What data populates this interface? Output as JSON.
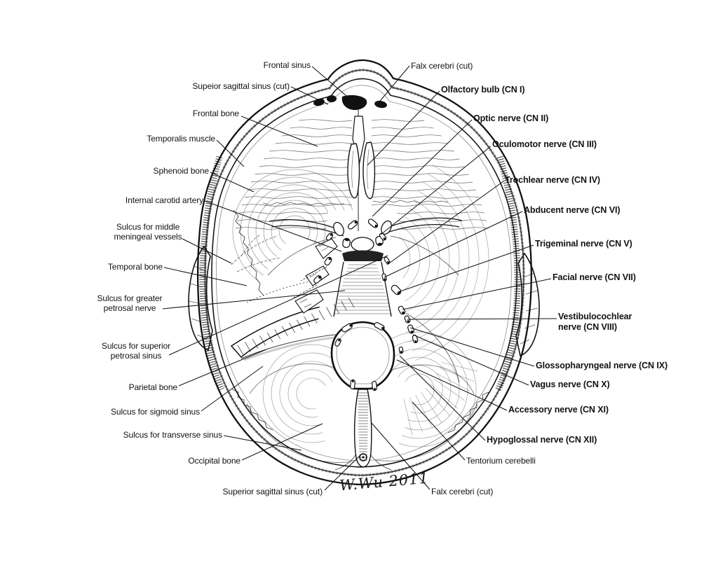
{
  "colors": {
    "ink": "#121212",
    "background": "#ffffff"
  },
  "signature": "W.Wu 2011",
  "labels": {
    "frontal_sinus": "Frontal sinus",
    "superior_sagittal_sinus_top": "Supeior sagittal sinus (cut)",
    "frontal_bone": "Frontal bone",
    "temporalis_muscle": "Temporalis muscle",
    "sphenoid_bone": "Sphenoid bone",
    "internal_carotid_artery": "Internal carotid artery",
    "sulcus_middle_meningeal": "Sulcus for middle\nmeningeal vessels",
    "temporal_bone": "Temporal bone",
    "sulcus_greater_petrosal": "Sulcus for greater\npetrosal nerve",
    "sulcus_superior_petrosal": "Sulcus for superior\npetrosal sinus",
    "parietal_bone": "Parietal bone",
    "sulcus_sigmoid_sinus": "Sulcus for sigmoid sinus",
    "sulcus_transverse_sinus": "Sulcus for transverse sinus",
    "occipital_bone": "Occipital bone",
    "superior_sagittal_sinus_bottom": "Superior sagittal sinus (cut)",
    "falx_cerebri_top": "Falx cerebri (cut)",
    "olfactory_bulb": "Olfactory bulb (CN I)",
    "optic_nerve": "Optic nerve (CN II)",
    "oculomotor_nerve": "Oculomotor nerve (CN III)",
    "trochlear_nerve": "Trochlear nerve (CN IV)",
    "abducent_nerve": "Abducent nerve (CN VI)",
    "trigeminal_nerve": "Trigeminal nerve (CN V)",
    "facial_nerve": "Facial nerve (CN VII)",
    "vestibulocochlear_nerve": "Vestibulocochlear\nnerve (CN VIII)",
    "glossopharyngeal_nerve": "Glossopharyngeal nerve (CN IX)",
    "vagus_nerve": "Vagus nerve (CN X)",
    "accessory_nerve": "Accessory nerve (CN XI)",
    "hypoglossal_nerve": "Hypoglossal nerve (CN XII)",
    "tentorium_cerebelli": "Tentorium cerebelli",
    "falx_cerebri_bottom": "Falx cerebri (cut)"
  }
}
